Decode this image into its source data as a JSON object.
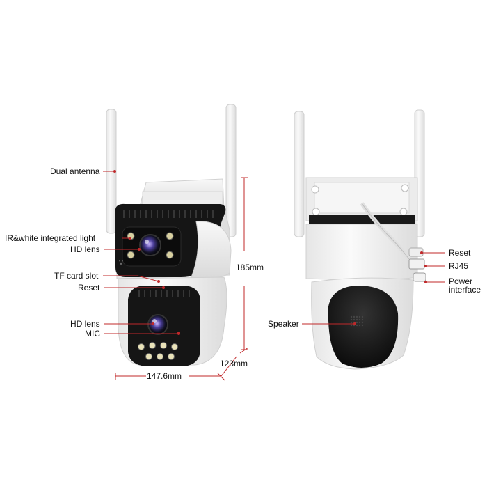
{
  "labels": {
    "dual_antenna": "Dual antenna",
    "ir_light": "IR&white integrated light",
    "hd_lens_top": "HD lens",
    "tf_card": "TF card slot",
    "reset_front": "Reset",
    "hd_lens_bottom": "HD lens",
    "mic": "MIC",
    "speaker": "Speaker",
    "reset_back": "Reset",
    "rj45": "RJ45",
    "power_interface": "Power interface"
  },
  "dimensions": {
    "height": "185mm",
    "depth": "123mm",
    "width": "147.6mm"
  },
  "brand_mark": "V",
  "colors": {
    "accent": "#c0282a",
    "housing": "#f2f2f2",
    "dark": "#151515"
  }
}
